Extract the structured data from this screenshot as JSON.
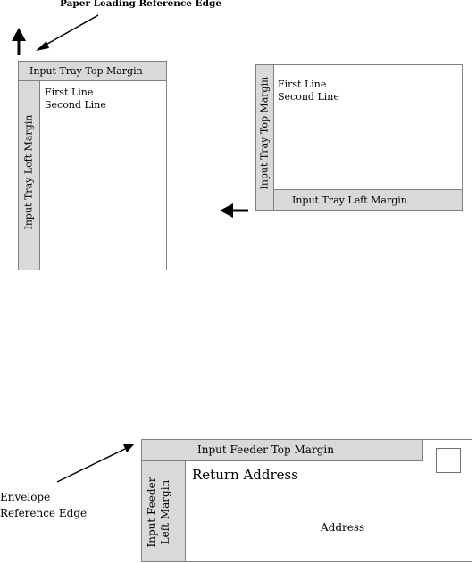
{
  "top_caption": "Paper Leading Reference Edge",
  "portrait": {
    "top_margin": "Input Tray Top Margin",
    "left_margin": "Input Tray Left Margin",
    "line1": "First Line",
    "line2": "Second Line"
  },
  "landscape": {
    "top_margin": "Input Tray Top Margin",
    "left_margin": "Input Tray Left Margin",
    "line1": "First Line",
    "line2": "Second Line"
  },
  "envelope": {
    "top_margin": "Input Feeder Top Margin",
    "left_margin_line1": "Input Feeder",
    "left_margin_line2": "Left Margin",
    "return_address": "Return Address",
    "address": "Address",
    "reference_line1": "Envelope",
    "reference_line2": "Reference Edge"
  }
}
